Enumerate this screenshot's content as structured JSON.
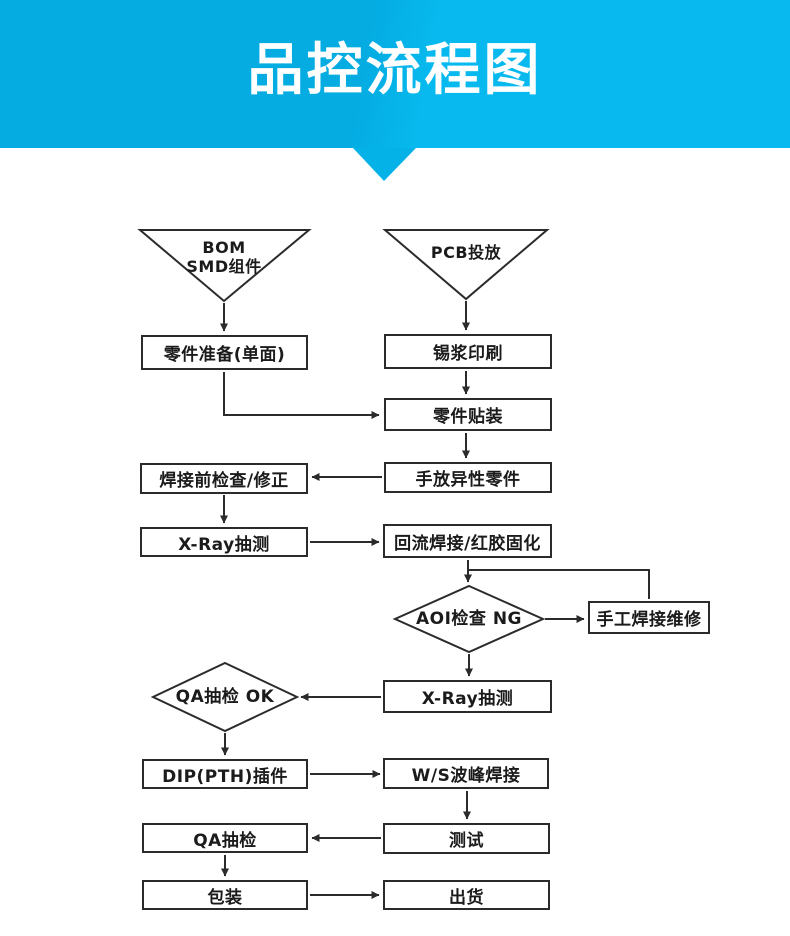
{
  "header": {
    "title": "品控流程图",
    "bg_left": "#04ace2",
    "bg_right": "#07b9ee",
    "text_color": "#ffffff"
  },
  "flowchart": {
    "line_color": "#2b2b2b",
    "nodes": {
      "bom": {
        "label_line1": "BOM",
        "label_line2": "SMD组件",
        "shape": "input-triangle"
      },
      "pcb": {
        "label": "PCB投放",
        "shape": "input-triangle"
      },
      "prep": {
        "label": "零件准备(单面)",
        "shape": "process"
      },
      "solder_print": {
        "label": "锡浆印刷",
        "shape": "process"
      },
      "placement": {
        "label": "零件贴装",
        "shape": "process"
      },
      "pre_check": {
        "label": "焊接前检查/修正",
        "shape": "process"
      },
      "hand_place": {
        "label": "手放异性零件",
        "shape": "process"
      },
      "xray1": {
        "label": "X-Ray抽测",
        "shape": "process"
      },
      "reflow": {
        "label": "回流焊接/红胶固化",
        "shape": "process"
      },
      "aoi": {
        "label": "AOI检查 NG",
        "shape": "decision"
      },
      "rework": {
        "label": "手工焊接维修",
        "shape": "process"
      },
      "xray2": {
        "label": "X-Ray抽测",
        "shape": "process"
      },
      "qa_spot": {
        "label": "QA抽检 OK",
        "shape": "decision"
      },
      "dip": {
        "label": "DIP(PTH)插件",
        "shape": "process"
      },
      "wave": {
        "label": "W/S波峰焊接",
        "shape": "process"
      },
      "qa": {
        "label": "QA抽检",
        "shape": "process"
      },
      "test": {
        "label": "测试",
        "shape": "process"
      },
      "pack": {
        "label": "包装",
        "shape": "process"
      },
      "ship": {
        "label": "出货",
        "shape": "process"
      }
    },
    "edges": [
      "bom → prep",
      "pcb → solder_print",
      "prep → placement",
      "solder_print → placement",
      "placement → hand_place",
      "hand_place → pre_check",
      "pre_check → xray1",
      "xray1 → reflow",
      "reflow → aoi",
      "aoi → rework",
      "rework → aoi",
      "aoi → xray2",
      "xray2 → qa_spot",
      "qa_spot → dip",
      "dip → wave",
      "wave → test",
      "test → qa",
      "qa → pack",
      "pack → ship"
    ]
  }
}
